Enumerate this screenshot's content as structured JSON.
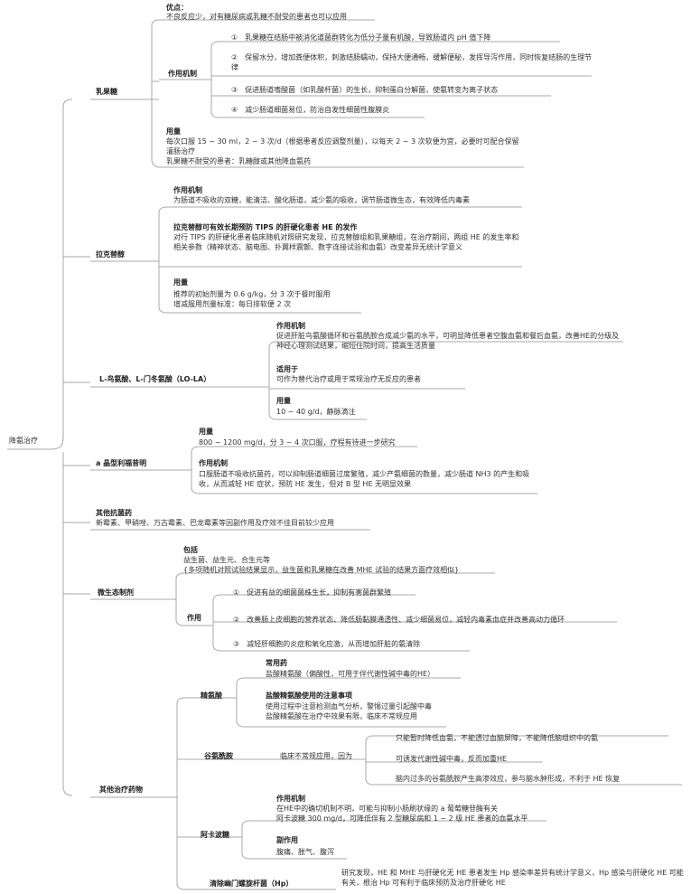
{
  "root": "降氨治疗",
  "lactulose": {
    "title": "乳果糖",
    "adv_title": "优点：",
    "adv_text": "不良反应少，对有糖尿病或乳糖不耐受的患者也可以应用",
    "mech_title": "作用机制",
    "mech_items": [
      "①　乳果糖在结肠中被消化道菌群转化为低分子量有机酸，导致肠道内 pH 值下降",
      "②　保留水分，增加粪便体积，刺激结肠蠕动，保持大便通畅，缓解便秘，发挥导泻作用，同时恢复结肠的生理节律",
      "③　促进肠道嗜酸菌（如乳酸杆菌）的生长，抑制蛋白分解菌，使氨转变为离子状态",
      "④　减少肠道细菌易位，防治自发性细菌性腹膜炎"
    ],
    "dose_title": "用量",
    "dose_text1": "每次口服 15 ~ 30 ml，2 ~ 3 次/d（根据患者反应调整剂量），以每天 2 ~ 3 次软便为宜，必要时可配合保留灌肠治疗",
    "dose_text2": "乳果糖不耐受的患者：乳糖醇或其他降血氨药"
  },
  "lactitol": {
    "title": "拉克替醇",
    "mech_title": "作用机制",
    "mech_text": "为肠道不吸收的双糖，能清洁、酸化肠道，减少氨的吸收，调节肠道微生态，有效降低内毒素",
    "tips_title": "拉克替醇可有效长期预防 TIPS 的肝硬化患者 HE 的发作",
    "tips_text": "对行 TIPS 的肝硬化患者临床随机对照研究发现，拉克替醇组和乳果糖组，在治疗期间，两组 HE 的发生率和相关参数（精神状态、脑电图、扑翼样震颤、数字连接试验和血氨）改变差异无统计学意义",
    "dose_title": "用量",
    "dose_text1": "推荐的初始剂量为 0.6 g/kg，分 3 次于餐时服用",
    "dose_text2": "增减服用剂量标准：每日排软便 2 次"
  },
  "lola": {
    "title": "L-鸟氨酸、L-门冬氨酸（LO-LA）",
    "mech_title": "作用机制",
    "mech_text": "促进肝脏鸟氨酸循环和谷氨酰胺合成减少氨的水平，可明显降低患者空腹血氨和餐后血氨，改善HE的分级及神经心理测试结果，缩短住院时间，提高生活质量",
    "use_title": "适用于",
    "use_text": "可作为替代治疗或用于常规治疗无反应的患者",
    "dose_title": "用量",
    "dose_text": "10 ~ 40 g/d，静脉滴注"
  },
  "rifaximin": {
    "title": "a 晶型利福昔明",
    "dose_title": "用量",
    "dose_text": "800 ~ 1200 mg/d，分 3 ~ 4 次口服，疗程有待进一步研究",
    "mech_title": "作用机制",
    "mech_text": "口服肠道不吸收抗菌药，可以抑制肠道细菌过度繁殖，减少产氨细菌的数量，减少肠道 NH3 的产生和吸收，从而减轻 HE 症状，预防 HE 发生，但对 B 型 HE 无明显效果"
  },
  "antibiotics": {
    "title": "其他抗菌药",
    "text": "新霉素、甲硝唑、万古霉素、巴龙霉素等因副作用及疗效不佳目前较少应用"
  },
  "probiotics": {
    "title": "微生态制剂",
    "inc_title": "包括",
    "inc_text1": "益生菌、益生元、合生元等",
    "inc_text2": "{多项随机对照试验结果显示，益生菌和乳果糖在改善 MHE 试验的结果方面疗效相似}",
    "effect_title": "作用",
    "effect_items": [
      "①　促进有益的细菌菌株生长，抑制有害菌群繁殖",
      "②　改善肠上皮细胞的营养状态、降低肠黏膜通透性、减少细菌易位，减轻内毒素血症并改善高动力循环",
      "③　减轻肝细胞的炎症和氧化应激，从而增加肝脏的氨清除"
    ]
  },
  "others": {
    "title": "其他治疗药物",
    "arginine": {
      "title": "精氨酸",
      "common_title": "常用药",
      "common_text": "盐酸精氨酸（偏酸性，可用于伴代谢性碱中毒的HE）",
      "note_title": "盐酸精氨酸使用的注意事项",
      "note_text1": "使用过程中注意检测血气分析，警惕过量引起酸中毒",
      "note_text2": "盐酸精氨酸在治疗中效果有限，临床不常规应用"
    },
    "glutamine": {
      "title": "谷氨酰胺",
      "reason": "临床不常规应用，因为",
      "items": [
        "只能暂时降低血氨，不能透过血脑屏障，不能降低脑组织中的氨",
        "可诱发代谢性碱中毒，反而加重HE",
        "脑内过多的谷氨酰胺产生高渗效应，参与脑水肿形成，不利于 HE 恢复"
      ]
    },
    "acarbose": {
      "title": "阿卡波糖",
      "mech_title": "作用机制",
      "mech_text1": "在HE中的确切机制不明，可能与抑制小肠刷状缘的 a 葡萄糖苷酶有关",
      "mech_text2": "阿卡波糖 300 mg/d，可降低伴有 2 型糖尿病和 1 ~ 2 级 HE 患者的血氨水平",
      "side_title": "副作用",
      "side_text": "腹痛、胀气、腹泻"
    },
    "hp": {
      "title": "清除幽门螺旋杆菌（Hp）",
      "text": "研究发现，HE 和 MHE 与肝硬化无 HE 患者发生 Hp 感染率差异有统计学意义，Hp 感染与肝硬化 HE 可能有关，根治 Hp 可有利于临床预防及治疗肝硬化 HE"
    }
  }
}
